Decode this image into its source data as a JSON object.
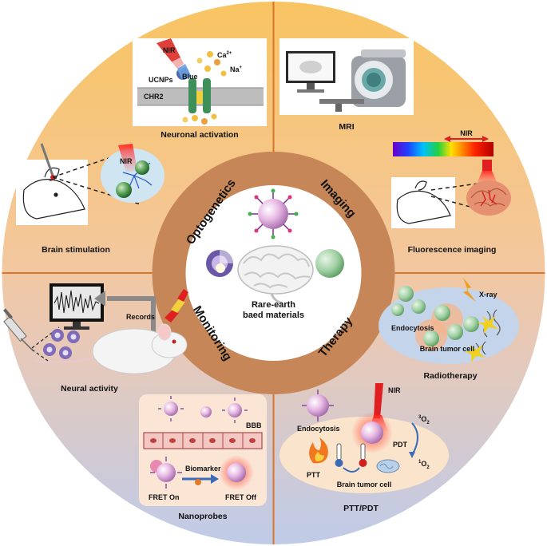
{
  "center": {
    "line1": "Rare-earth",
    "line2": "baed materials"
  },
  "ring": {
    "optogenetics": "Optogenetics",
    "imaging": "Imaging",
    "monitoring": "Monitoring",
    "therapy": "Therapy"
  },
  "panels": {
    "neuronal_activation": {
      "caption": "Neuronal activation",
      "nir": "NIR",
      "ca": "Ca",
      "ca_sup": "2+",
      "na": "Na",
      "na_sup": "+",
      "ucnps": "UCNPs",
      "blue": "Blue",
      "chr2": "CHR2"
    },
    "mri": {
      "caption": "MRI"
    },
    "brain_stimulation": {
      "caption": "Brain stimulation",
      "nir": "NIR"
    },
    "fluorescence_imaging": {
      "caption": "Fluorescence imaging",
      "nir": "NIR"
    },
    "neural_activity": {
      "caption": "Neural activity",
      "records": "Records"
    },
    "radiotherapy": {
      "caption": "Radiotherapy",
      "xray": "X-ray",
      "endocytosis": "Endocytosis",
      "cell": "Brain tumor cell"
    },
    "nanoprobes": {
      "caption": "Nanoprobes",
      "bbb": "BBB",
      "biomarker": "Biomarker",
      "fret_on": "FRET On",
      "fret_off": "FRET Off"
    },
    "pttpdt": {
      "caption": "PTT/PDT",
      "nir": "NIR",
      "endocytosis": "Endocytosis",
      "ptt": "PTT",
      "pdt": "PDT",
      "o2_triplet_pre": "3",
      "o2_singlet_pre": "1",
      "o2": "O",
      "o2_sub": "2",
      "cell": "Brain tumor cell"
    }
  },
  "colors": {
    "outer_top": "#f7c76d",
    "outer_bottom": "#c7cfe6",
    "ring": "#c8895a",
    "inner": "#ffffff",
    "divider": "#d9742a",
    "ptt": "#2fb52f",
    "pdt": "#7a1fa2"
  }
}
